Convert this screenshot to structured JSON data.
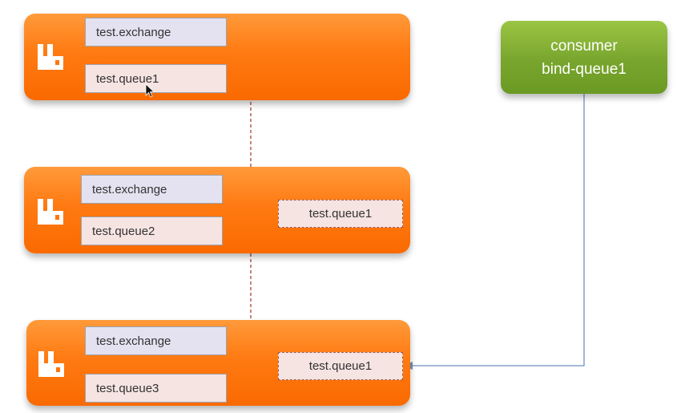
{
  "nodes": [
    {
      "exchange": "test.exchange",
      "queue": "test.queue1"
    },
    {
      "exchange": "test.exchange",
      "queue": "test.queue2",
      "mirror_queue": "test.queue1"
    },
    {
      "exchange": "test.exchange",
      "queue": "test.queue3",
      "mirror_queue": "test.queue1"
    }
  ],
  "consumer": {
    "line1": "consumer",
    "line2": "bind-queue1"
  },
  "icons": {
    "node_logo": "rabbitmq-logo-icon",
    "cursor": "mouse-pointer-icon"
  },
  "colors": {
    "node": "#ff7a12",
    "consumer": "#78a52d",
    "mirror_link": "#a0453a",
    "consumer_link": "#6f8fc0"
  }
}
